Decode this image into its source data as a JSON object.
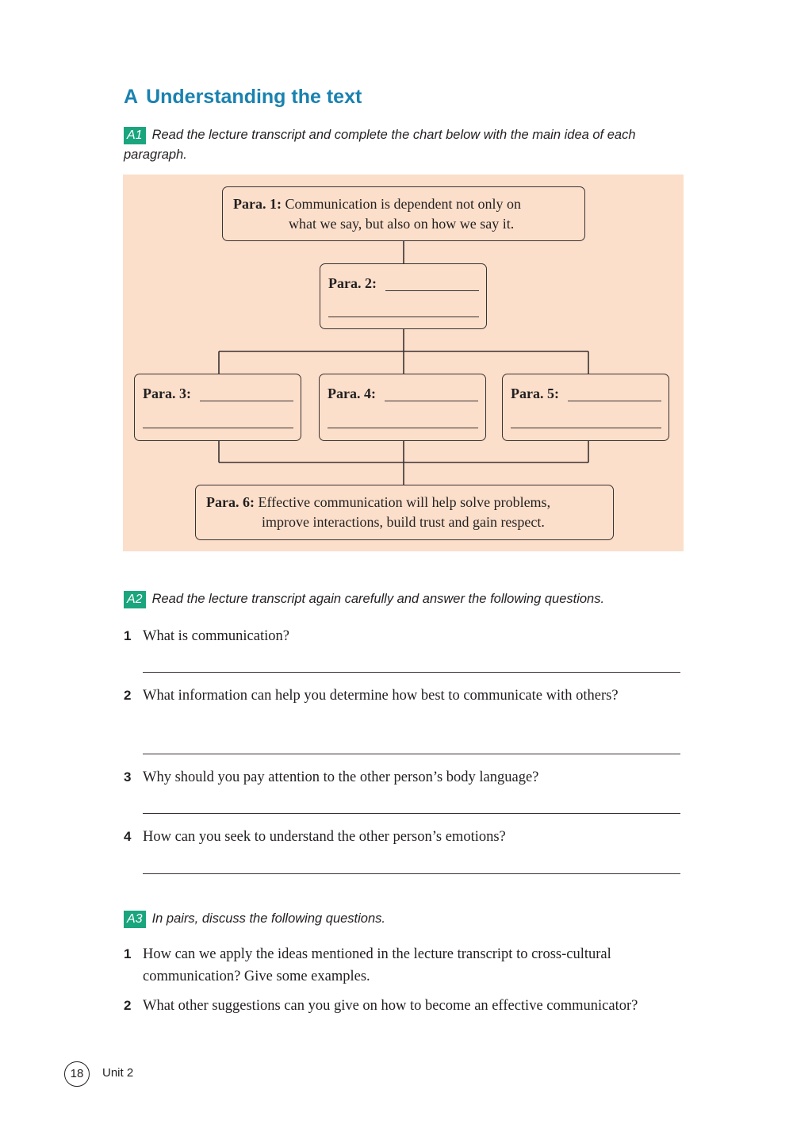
{
  "section": {
    "letter": "A",
    "title": "Understanding the text"
  },
  "a1": {
    "label": "A1",
    "instruction": "Read the lecture transcript and complete the chart below with the main idea of each paragraph."
  },
  "chart": {
    "para1": {
      "label": "Para. 1:",
      "text_line1": "Communication is dependent not only on",
      "text_line2": "what we say, but also on how we say it."
    },
    "para2": {
      "label": "Para. 2:"
    },
    "para3": {
      "label": "Para. 3:"
    },
    "para4": {
      "label": "Para. 4:"
    },
    "para5": {
      "label": "Para. 5:"
    },
    "para6": {
      "label": "Para. 6:",
      "text_line1": "Effective communication will help solve problems,",
      "text_line2": "improve interactions, build trust and gain respect."
    }
  },
  "a2": {
    "label": "A2",
    "instruction": "Read the lecture transcript again carefully and answer the following questions.",
    "questions": [
      {
        "num": "1",
        "text": "What is communication?"
      },
      {
        "num": "2",
        "text": "What information can help you determine how best to communicate with others?"
      },
      {
        "num": "3",
        "text": "Why should you pay attention to the other person’s body language?"
      },
      {
        "num": "4",
        "text": "How can you seek to understand the other person’s emotions?"
      }
    ]
  },
  "a3": {
    "label": "A3",
    "instruction": "In pairs, discuss the following questions.",
    "questions": [
      {
        "num": "1",
        "text": "How can we apply the ideas mentioned in the lecture transcript to cross-cultural communication? Give some examples."
      },
      {
        "num": "2",
        "text": "What other suggestions can you give on how to become an effective communicator?"
      }
    ]
  },
  "footer": {
    "page_number": "18",
    "unit": "Unit 2"
  }
}
